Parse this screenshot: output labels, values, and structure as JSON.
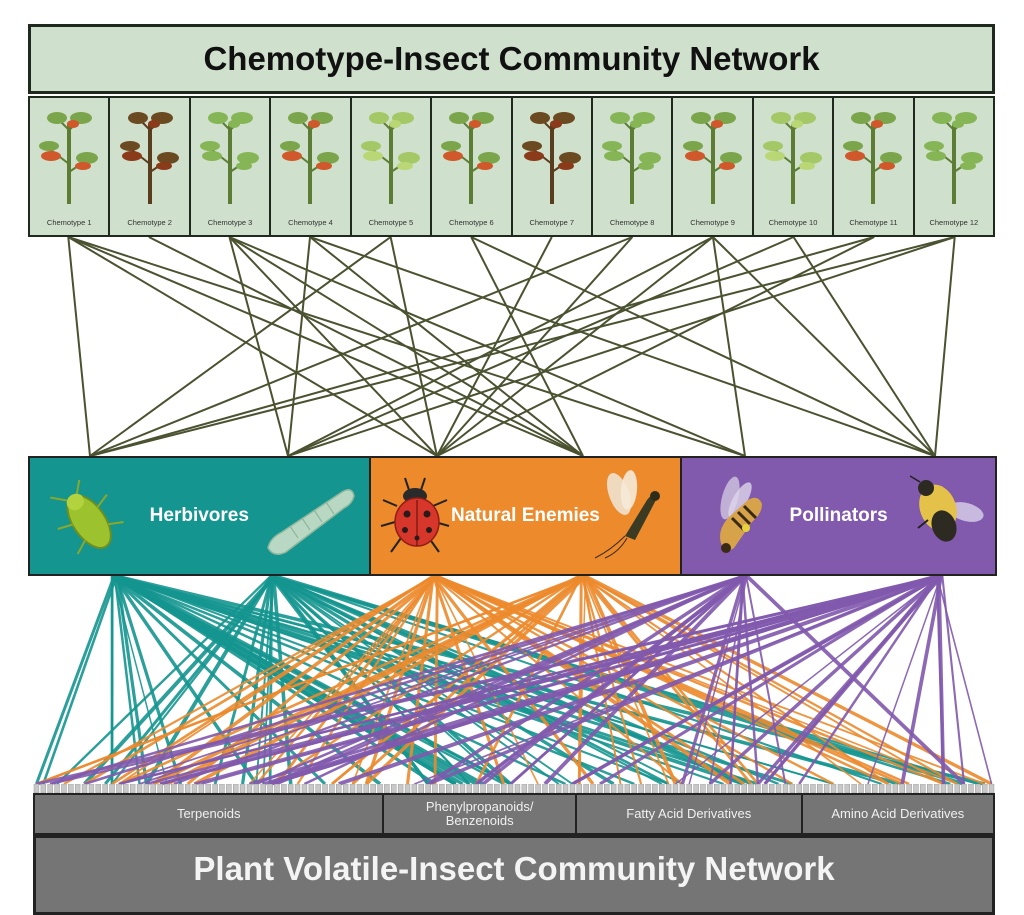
{
  "title_top": "Chemotype-Insect Community Network",
  "title_bottom": "Plant Volatile-Insect Community Network",
  "chemotypes": [
    {
      "label": "Chemotype 1",
      "foliage": "green-red"
    },
    {
      "label": "Chemotype 2",
      "foliage": "brown"
    },
    {
      "label": "Chemotype 3",
      "foliage": "green"
    },
    {
      "label": "Chemotype 4",
      "foliage": "green-red"
    },
    {
      "label": "Chemotype 5",
      "foliage": "light-green"
    },
    {
      "label": "Chemotype 6",
      "foliage": "green-red"
    },
    {
      "label": "Chemotype 7",
      "foliage": "brown"
    },
    {
      "label": "Chemotype 8",
      "foliage": "green"
    },
    {
      "label": "Chemotype 9",
      "foliage": "green-red"
    },
    {
      "label": "Chemotype 10",
      "foliage": "light-green"
    },
    {
      "label": "Chemotype 11",
      "foliage": "green-red"
    },
    {
      "label": "Chemotype 12",
      "foliage": "green"
    }
  ],
  "guilds": [
    {
      "label": "Herbivores",
      "color": "#14958f",
      "icons": [
        "aphid-icon",
        "caterpillar-icon"
      ]
    },
    {
      "label": "Natural Enemies",
      "color": "#ec8a2c",
      "icons": [
        "ladybug-icon",
        "parasitoid-wasp-icon"
      ]
    },
    {
      "label": "Pollinators",
      "color": "#8159ad",
      "icons": [
        "honeybee-icon",
        "bumblebee-icon"
      ]
    }
  ],
  "insect_nodes": [
    {
      "name": "aphid",
      "guild": 0
    },
    {
      "name": "caterpillar",
      "guild": 0
    },
    {
      "name": "ladybug",
      "guild": 1
    },
    {
      "name": "parasitoid-wasp",
      "guild": 1
    },
    {
      "name": "honeybee",
      "guild": 2
    },
    {
      "name": "bumblebee",
      "guild": 2
    }
  ],
  "chemotype_insect_links": [
    [
      0,
      0
    ],
    [
      0,
      2
    ],
    [
      0,
      3
    ],
    [
      0,
      4
    ],
    [
      1,
      3
    ],
    [
      2,
      1
    ],
    [
      2,
      2
    ],
    [
      2,
      3
    ],
    [
      2,
      4
    ],
    [
      3,
      1
    ],
    [
      3,
      3
    ],
    [
      3,
      5
    ],
    [
      4,
      0
    ],
    [
      4,
      2
    ],
    [
      5,
      3
    ],
    [
      5,
      5
    ],
    [
      6,
      2
    ],
    [
      7,
      0
    ],
    [
      7,
      2
    ],
    [
      8,
      2
    ],
    [
      8,
      4
    ],
    [
      8,
      5
    ],
    [
      8,
      1
    ],
    [
      9,
      1
    ],
    [
      9,
      5
    ],
    [
      10,
      0
    ],
    [
      10,
      2
    ],
    [
      11,
      0
    ],
    [
      11,
      1
    ],
    [
      11,
      5
    ]
  ],
  "volatile_classes": [
    {
      "label": "Terpenoids",
      "share": 0.365
    },
    {
      "label": "Phenylpropanoids/\nBenzenoids",
      "share": 0.2
    },
    {
      "label": "Fatty Acid Derivatives",
      "share": 0.235
    },
    {
      "label": "Amino Acid Derivatives",
      "share": 0.2
    }
  ],
  "volatile_count": 140,
  "link_colors": {
    "chemotype_links": "#4a5230",
    "strip": "#c8c8c8"
  }
}
